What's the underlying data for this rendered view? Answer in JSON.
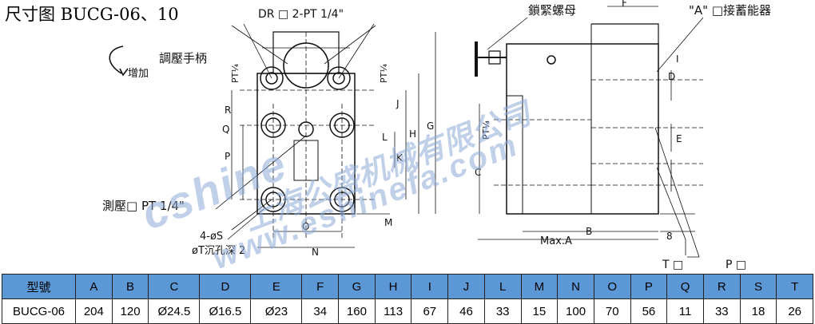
{
  "title": "尺寸图 BUCG-06、10",
  "labels": {
    "dr_port": "DR □ 2-PT 1/4\"",
    "lock_nut": "鎖緊螺母",
    "accumulator_port": "\"A\" □接蓄能器",
    "adjust_handle": "調壓手柄",
    "increase": "增加",
    "gauge_port": "測壓□  PT 1/4\"",
    "bolt_holes": "4-øS",
    "counterbore": "øT沉孔深 2",
    "max_a": "Max.A",
    "t_port": "T □",
    "p_port": "P □",
    "pt14": "PT¼"
  },
  "dims": {
    "F": "F",
    "J": "J",
    "H": "H",
    "G": "G",
    "R": "R",
    "Q": "Q",
    "P": "P",
    "L": "L",
    "K": "K",
    "M": "M",
    "O": "O",
    "N": "N",
    "C": "C",
    "B": "B",
    "D": "D",
    "E": "E",
    "eight": "8",
    "I": "I"
  },
  "watermark": {
    "brand": "cshine",
    "company": "上海公盛机械有限公司",
    "url": "www.eshinefa.com"
  },
  "table": {
    "headers": [
      "型號",
      "A",
      "B",
      "C",
      "D",
      "E",
      "F",
      "G",
      "H",
      "I",
      "J",
      "L",
      "M",
      "N",
      "O",
      "P",
      "Q",
      "R",
      "S",
      "T"
    ],
    "rows": [
      [
        "BUCG-06",
        "204",
        "120",
        "Ø24.5",
        "Ø16.5",
        "Ø23",
        "34",
        "160",
        "113",
        "67",
        "46",
        "33",
        "15",
        "100",
        "70",
        "56",
        "11",
        "33",
        "18",
        "26"
      ]
    ]
  },
  "colors": {
    "header_bg": "#5d98d6",
    "watermark": "#8caad7"
  }
}
